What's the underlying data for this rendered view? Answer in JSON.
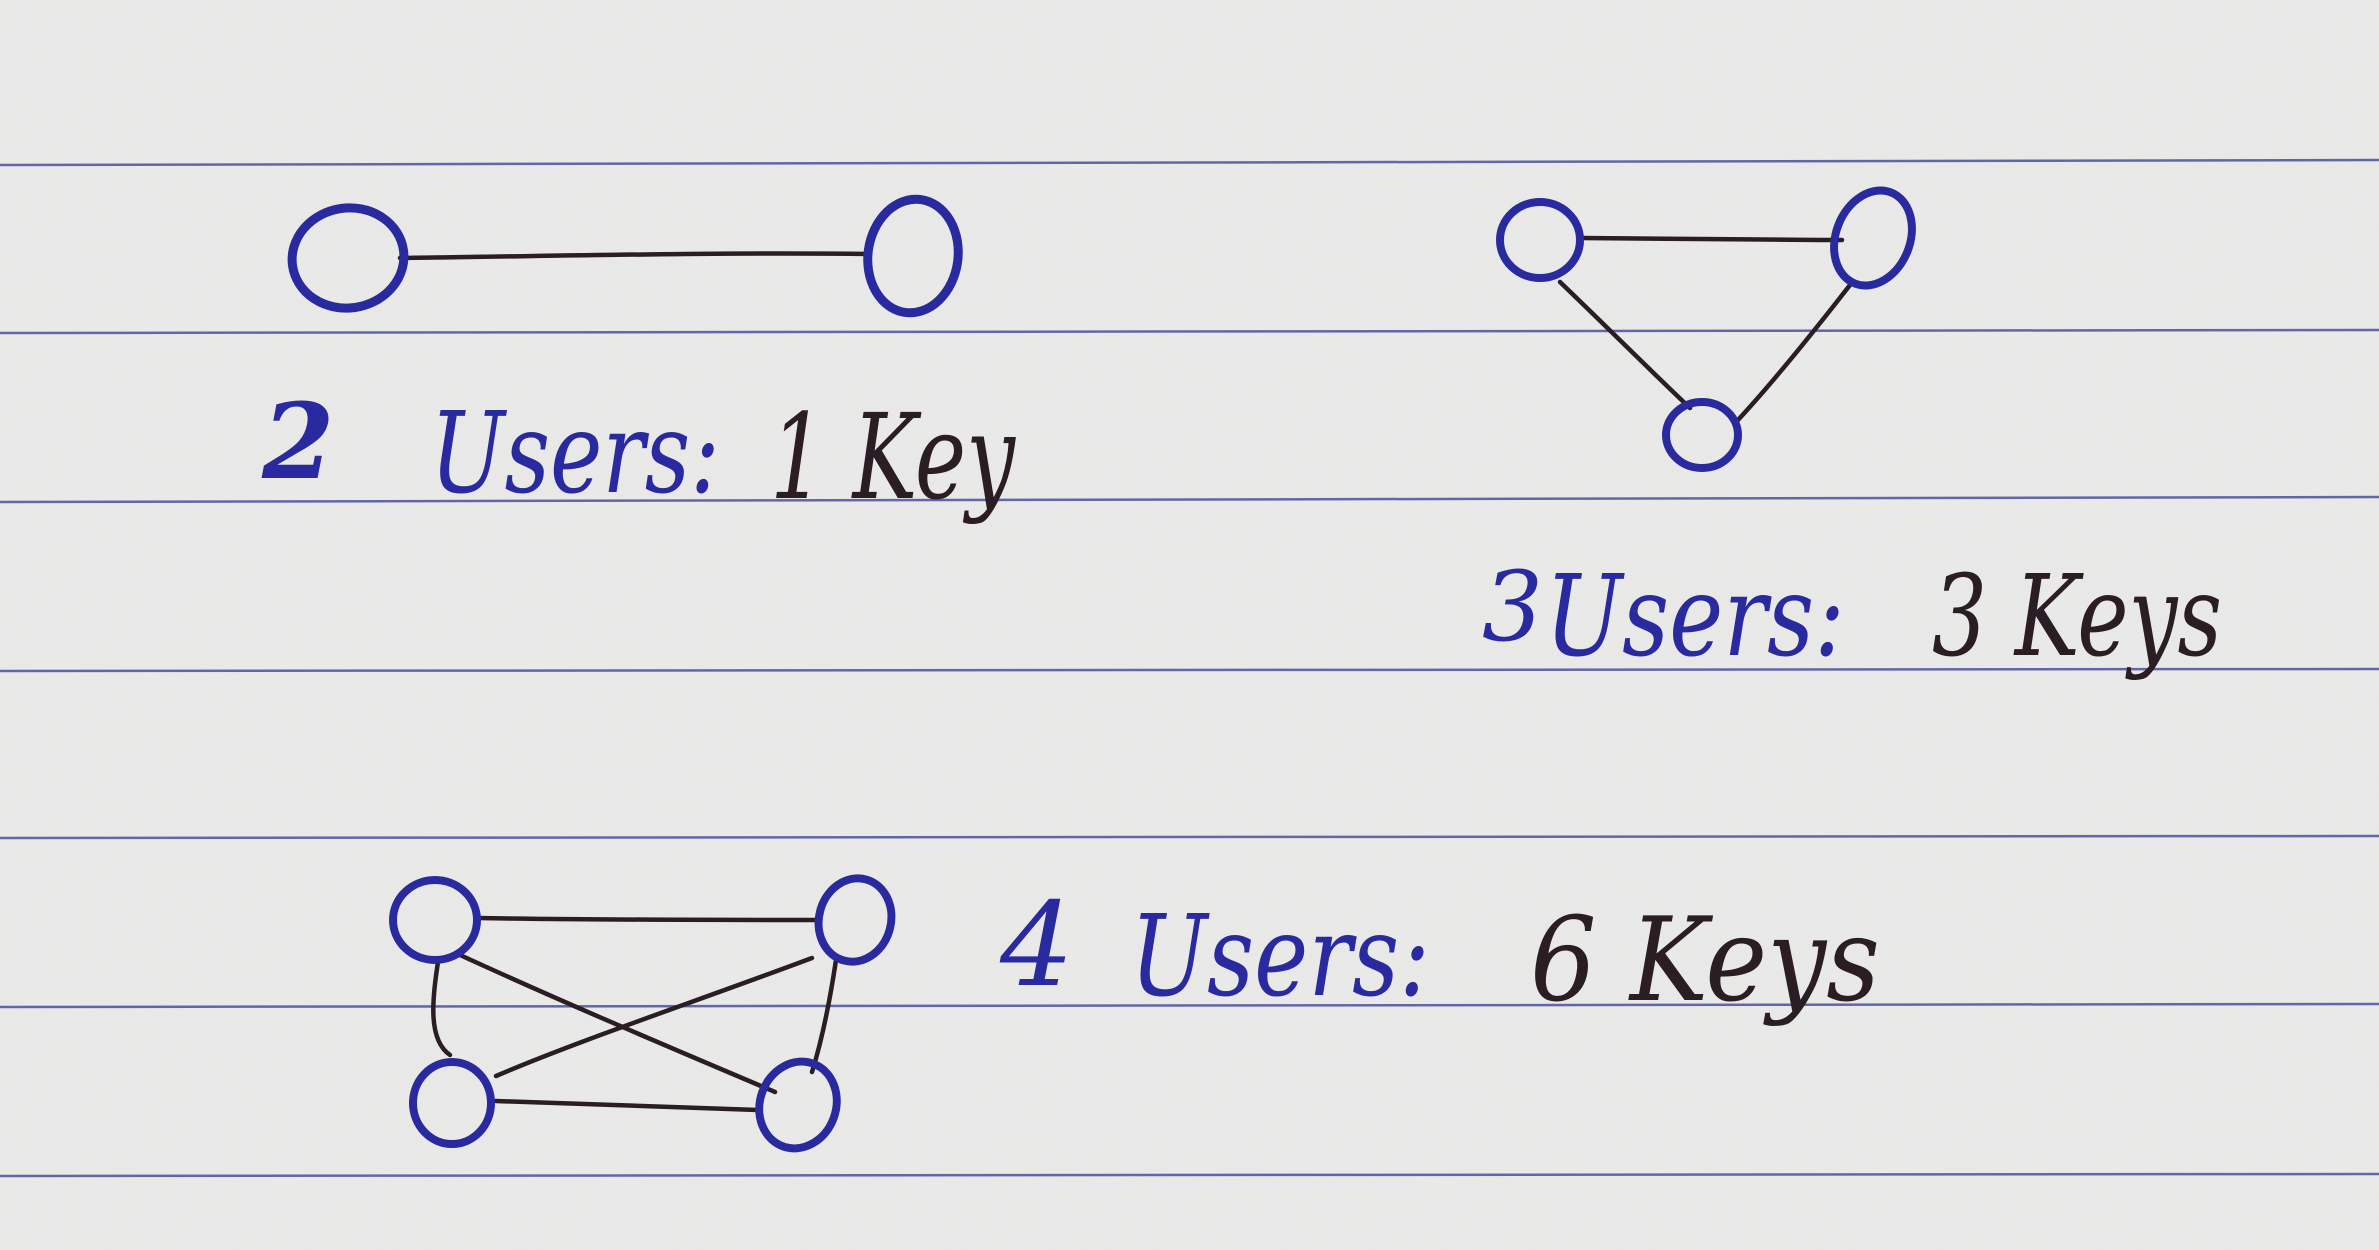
{
  "paper": {
    "background": "#ebebea",
    "rule_color": "#4a4f9a",
    "rule_count": 7
  },
  "ink": {
    "blue": "#2a2aa0",
    "dark": "#2a1d24"
  },
  "diagrams": [
    {
      "users": 2,
      "keys": 1,
      "label": {
        "number": "2",
        "users_word": "Users:",
        "keys_text": "1 Key"
      }
    },
    {
      "users": 3,
      "keys": 3,
      "label": {
        "number": "3",
        "users_word": "Users:",
        "keys_text": "3 Keys"
      }
    },
    {
      "users": 4,
      "keys": 6,
      "label": {
        "number": "4",
        "users_word": "Users:",
        "keys_text": "6 Keys"
      }
    }
  ]
}
